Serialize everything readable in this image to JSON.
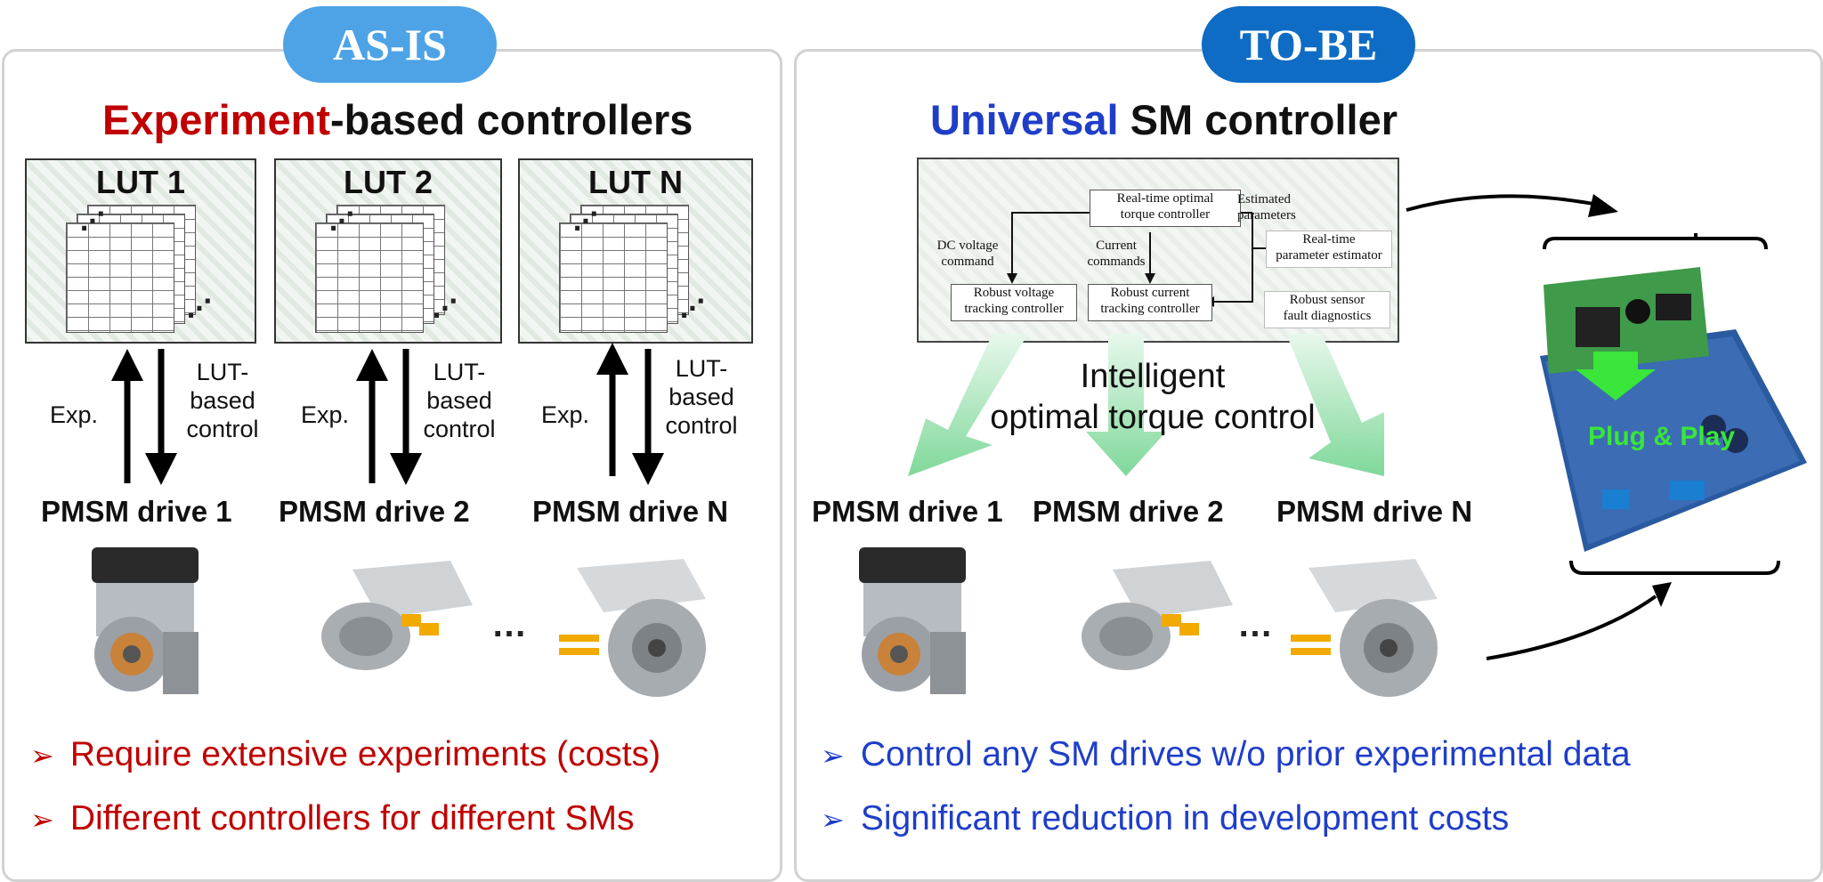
{
  "as_is": {
    "badge": "AS-IS",
    "title_accent": "Experiment",
    "title_rest": "-based controllers",
    "luts": [
      "LUT 1",
      "LUT 2",
      "LUT N"
    ],
    "exp_label": "Exp.",
    "control_label_1": "LUT-",
    "control_label_2": "based",
    "control_label_3": "control",
    "drives": [
      "PMSM drive 1",
      "PMSM drive 2",
      "PMSM drive N"
    ],
    "ellipsis": "…",
    "bullets": [
      "Require extensive experiments (costs)",
      "Different controllers for different SMs"
    ]
  },
  "to_be": {
    "badge": "TO-BE",
    "title_accent": "Universal",
    "title_rest": " SM controller",
    "diagram": {
      "rt_optimal_1": "Real-time optimal",
      "rt_optimal_2": "torque controller",
      "estimated_1": "Estimated",
      "estimated_2": "parameters",
      "dc_1": "DC voltage",
      "dc_2": "command",
      "current_1": "Current",
      "current_2": "commands",
      "rt_est_1": "Real-time",
      "rt_est_2": "parameter estimator",
      "rv_1": "Robust voltage",
      "rv_2": "tracking controller",
      "rc_1": "Robust current",
      "rc_2": "tracking controller",
      "rs_1": "Robust sensor",
      "rs_2": "fault diagnostics"
    },
    "intel_1": "Intelligent",
    "intel_2": "optimal torque control",
    "drives": [
      "PMSM drive 1",
      "PMSM drive 2",
      "PMSM drive N"
    ],
    "ellipsis": "…",
    "plug": "Plug & Play",
    "bullets": [
      "Control any SM drives w/o prior experimental data",
      "Significant reduction in development costs"
    ]
  },
  "colors": {
    "as_is_badge": "#4da3e6",
    "to_be_badge": "#0e6cc4",
    "red_text": "#c00000",
    "blue_text": "#1f3ec8",
    "green_arrow": "#7fd89a"
  }
}
